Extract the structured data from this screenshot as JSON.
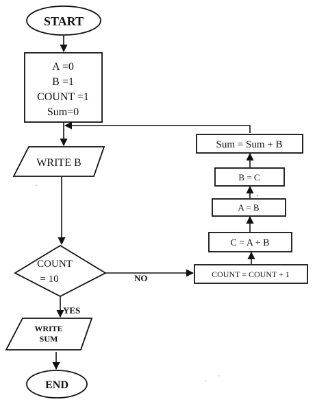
{
  "diagram": {
    "start": "START",
    "init_lines": [
      "A =0",
      "B =1",
      "COUNT =1",
      "Sum=0"
    ],
    "write_b": "WRITE B",
    "decision_lines": [
      "COUNT",
      "= 10"
    ],
    "yes_label": "YES",
    "no_label": "NO",
    "write_sum_lines": [
      "WRITE",
      "SUM"
    ],
    "end": "END",
    "loop_steps": {
      "sum_update": "Sum = Sum + B",
      "b_assign": "B = C",
      "a_assign": "A = B",
      "c_assign": "C = A + B",
      "count_update": "COUNT = COUNT + 1"
    }
  }
}
